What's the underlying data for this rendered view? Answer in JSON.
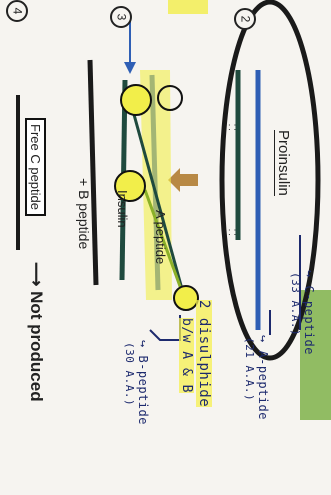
{
  "notes": {
    "proinsulin_label": "Proinsulin",
    "insulin_label": "Insulin",
    "a_peptide_label": "A peptide",
    "b_peptide_label": "+ B peptide",
    "free_c_label": "Free C peptide",
    "not_produced": "⟶ Not produced",
    "c_peptide_note": "↪ C-peptide",
    "c_peptide_count": "(33 A.A.)",
    "a_peptide_note": "↪ A-peptide",
    "a_peptide_count": "(21 A.A.)",
    "b_peptide_note": "↪ B-peptide",
    "b_peptide_count": "(30 A.A.)",
    "disulphide_title": "2 disulphide",
    "disulphide_sub": "b/w A & B",
    "step_2": "2",
    "step_3": "3",
    "step_4": "4"
  },
  "colors": {
    "paper": "#f6f4f0",
    "ink": "#1d2a6e",
    "chain_dark": "#1f4a3e",
    "chain_blue": "#2f5fb5",
    "highlight_yellow": "#f2ee4a",
    "arrow_brown": "#b88945",
    "circle_border": "#111111"
  }
}
